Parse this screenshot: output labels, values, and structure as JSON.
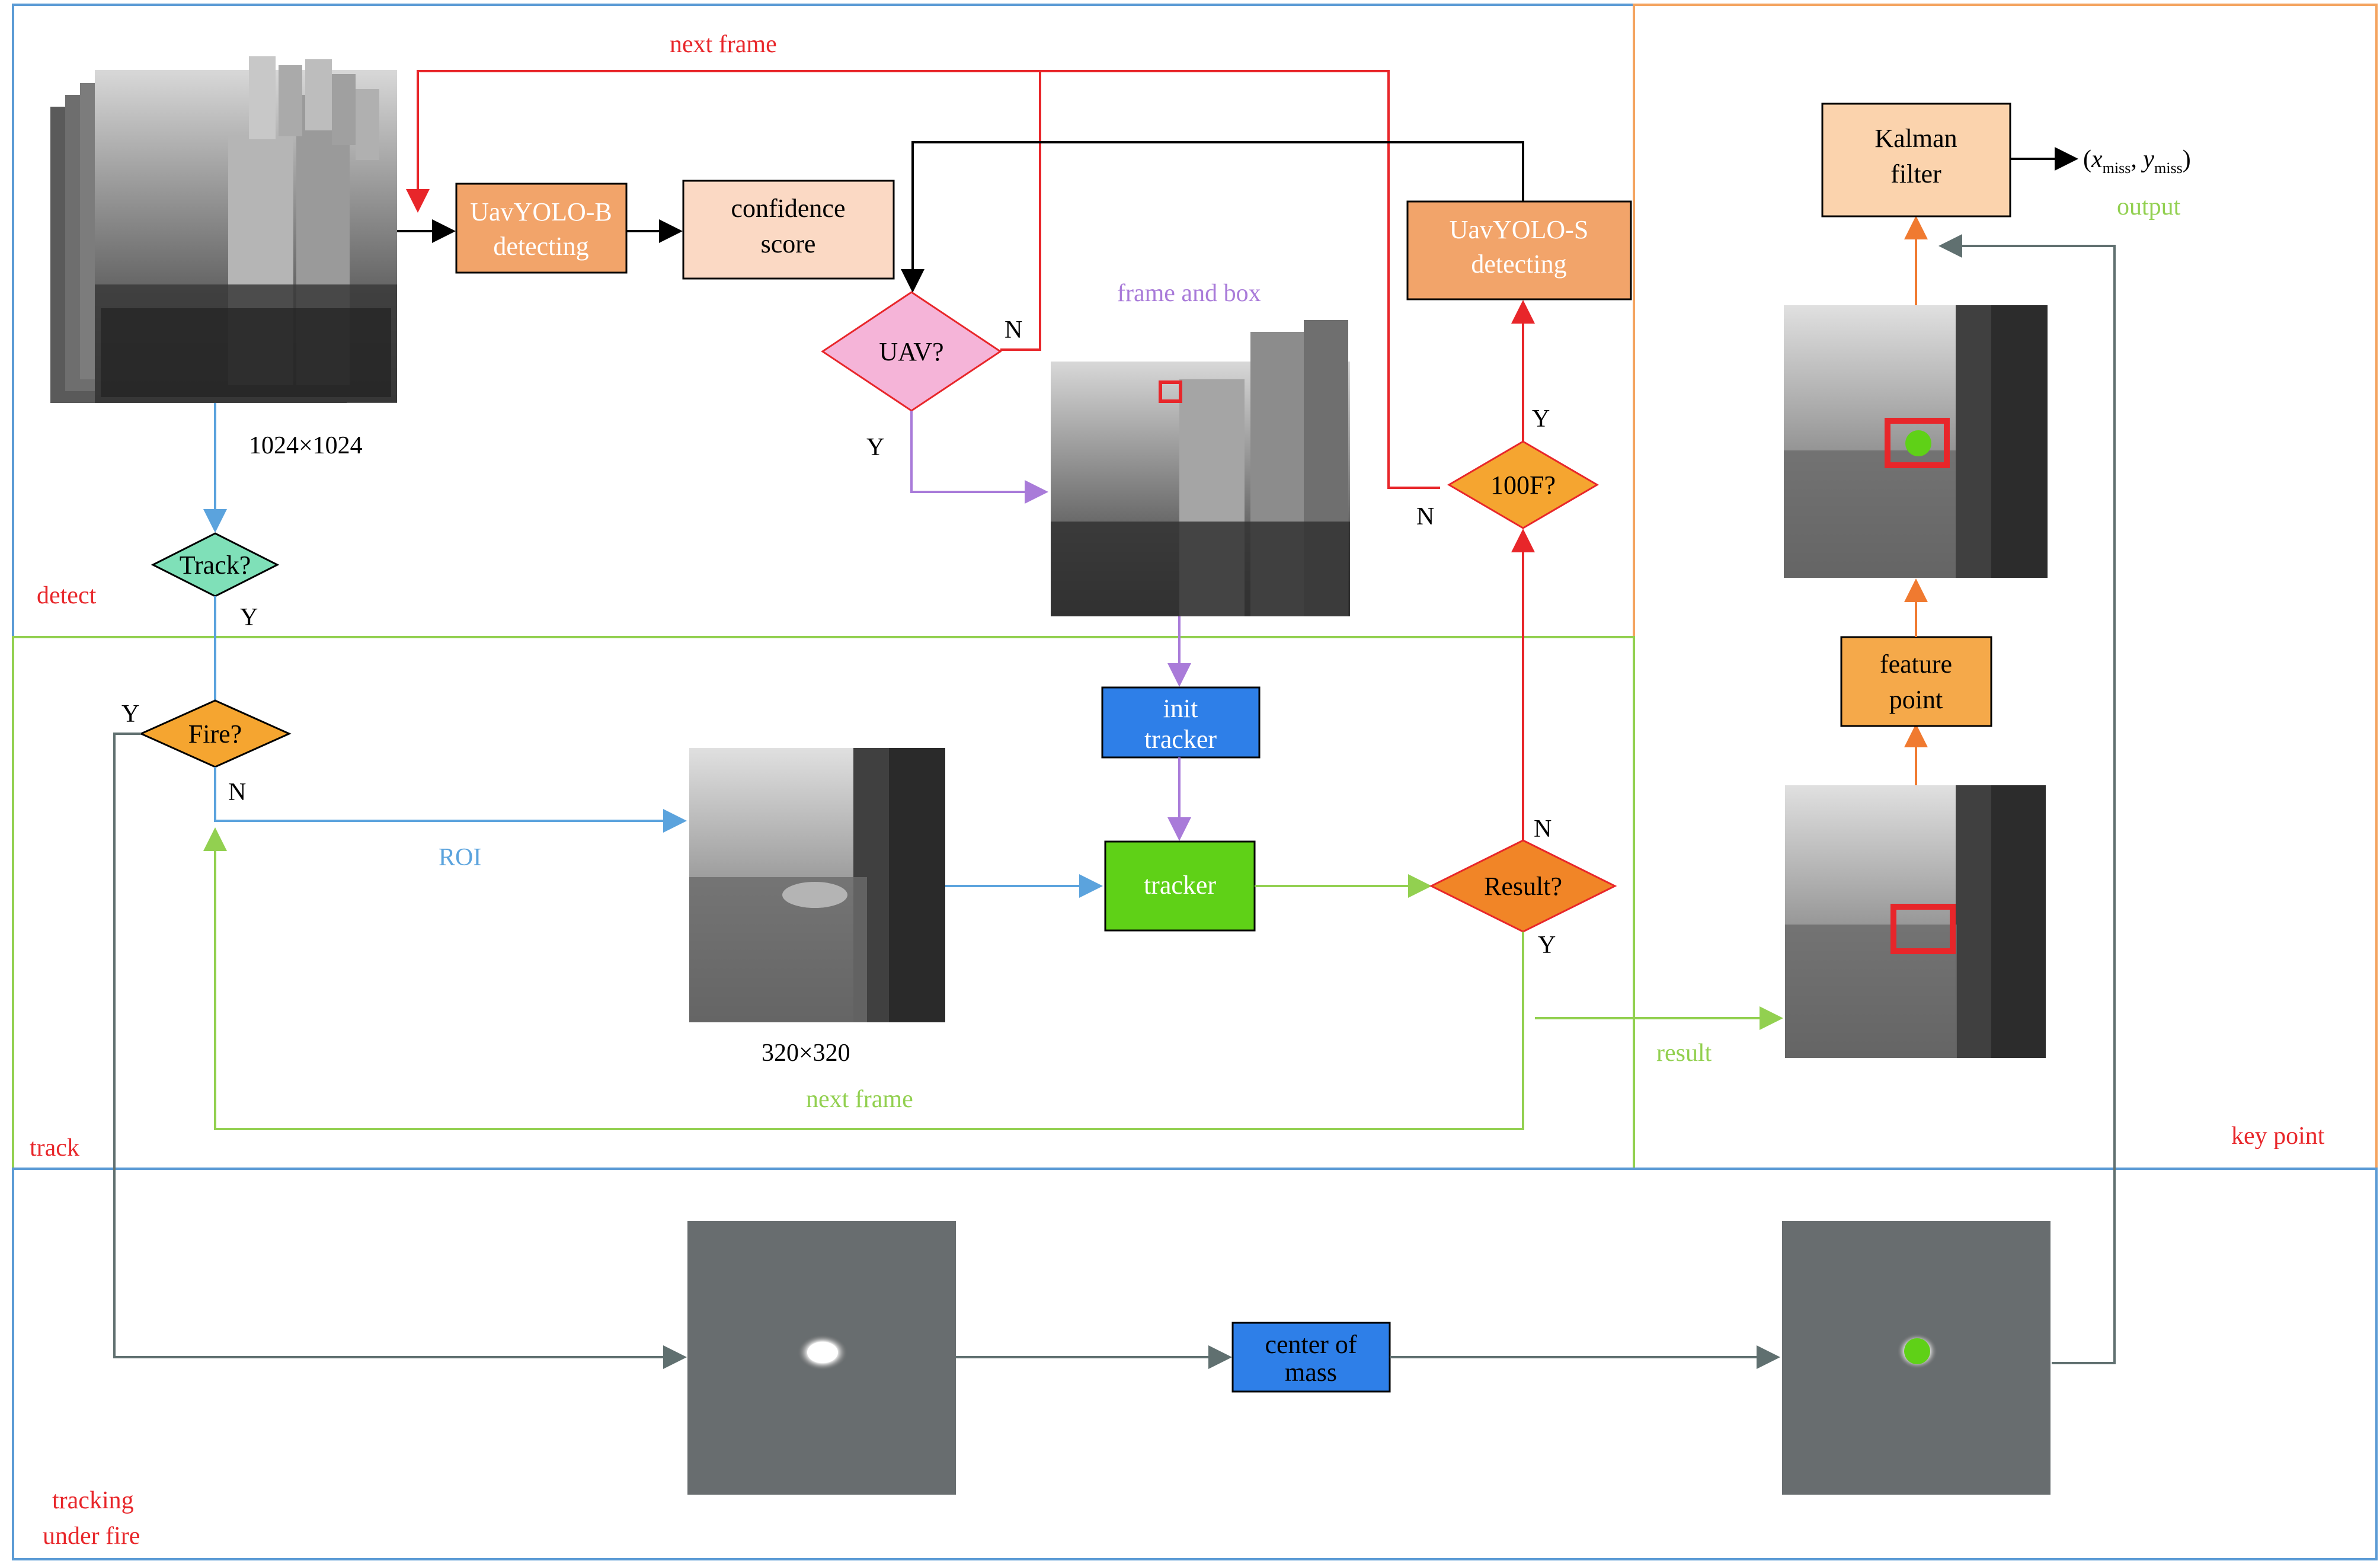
{
  "regions": {
    "detect": "detect",
    "track": "track",
    "key_point": "key point",
    "tracking_under_fire_line1": "tracking",
    "tracking_under_fire_line2": "under fire"
  },
  "boxes": {
    "uavyolo_b_line1": "UavYOLO-B",
    "uavyolo_b_line2": "detecting",
    "confidence_line1": "confidence",
    "confidence_line2": "score",
    "uavyolo_s_line1": "UavYOLO-S",
    "uavyolo_s_line2": "detecting",
    "init_tracker_line1": "init",
    "init_tracker_line2": "tracker",
    "tracker": "tracker",
    "center_of_mass_line1": "center of",
    "center_of_mass_line2": "mass",
    "feature_point_line1": "feature",
    "feature_point_line2": "point",
    "kalman_line1": "Kalman",
    "kalman_line2": "filter"
  },
  "decisions": {
    "uav": "UAV?",
    "track": "Track?",
    "fire": "Fire?",
    "result": "Result?",
    "hundred_f": "100F?"
  },
  "labels": {
    "next_frame_top": "next frame",
    "next_frame_bottom": "next frame",
    "frame_and_box": "frame and box",
    "size_1024": "1024×1024",
    "size_320": "320×320",
    "roi": "ROI",
    "result": "result",
    "output": "output",
    "y": "Y",
    "n": "N",
    "output_formula_x": "x",
    "output_formula_y": "y",
    "output_formula_sub": "miss",
    "output_formula_open": "(",
    "output_formula_comma": ", ",
    "output_formula_close": ")"
  },
  "colors": {
    "blue_border": "#5b9bd5",
    "green_border": "#92d050",
    "orange_border": "#f4a460",
    "red": "#e8262a",
    "black": "#000000",
    "purple": "#a97bd9",
    "light_blue_arrow": "#5ba3dd",
    "green_arrow": "#92d050",
    "gray_arrow": "#607070",
    "orange_arrow": "#f07a30",
    "box_orange": "#f2a46a",
    "box_peach": "#fbd9c4",
    "box_light_orange": "#fbd3ad",
    "box_feature": "#f5a94a",
    "box_blue": "#2e7fe8",
    "box_green": "#5fd117",
    "diamond_pink": "#f5b4d8",
    "diamond_teal": "#7fe0b8",
    "diamond_orange": "#f5a530",
    "diamond_darkorange": "#f18527"
  }
}
